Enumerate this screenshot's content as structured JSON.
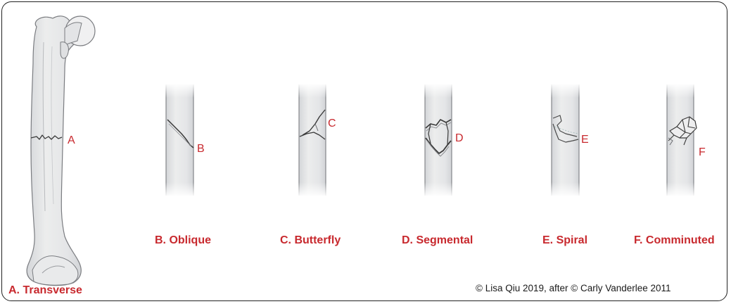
{
  "colors": {
    "accent": "#c8292e",
    "bone_fill": "#e6e7e8",
    "bone_outline": "#7a7c80",
    "fracture_line": "#3a3a3a"
  },
  "figures": [
    {
      "id": "A",
      "marker": "A",
      "caption": "A. Transverse"
    },
    {
      "id": "B",
      "marker": "B",
      "caption": "B. Oblique"
    },
    {
      "id": "C",
      "marker": "C",
      "caption": "C. Butterfly"
    },
    {
      "id": "D",
      "marker": "D",
      "caption": "D. Segmental"
    },
    {
      "id": "E",
      "marker": "E",
      "caption": "E. Spiral"
    },
    {
      "id": "F",
      "marker": "F",
      "caption": "F. Comminuted"
    }
  ],
  "credit": "© Lisa Qiu 2019, after © Carly Vanderlee 2011"
}
